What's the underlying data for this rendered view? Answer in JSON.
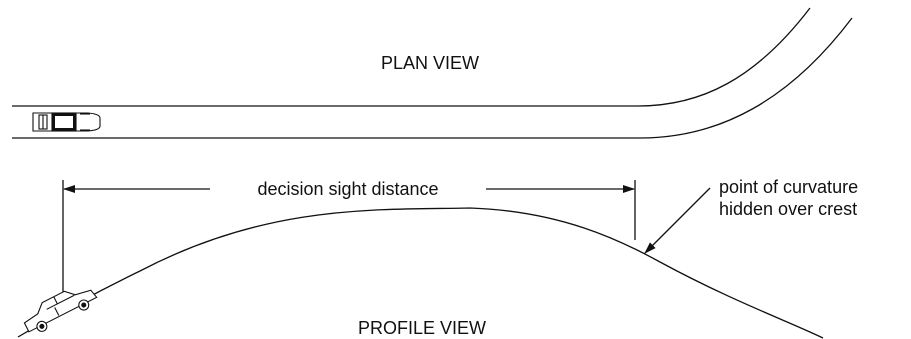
{
  "labels": {
    "plan_view": "PLAN VIEW",
    "profile_view": "PROFILE VIEW",
    "dimension": "decision sight distance",
    "callout_line1": "point of curvature",
    "callout_line2": "hidden over crest"
  },
  "colors": {
    "ink": "#111111",
    "background": "#ffffff"
  }
}
